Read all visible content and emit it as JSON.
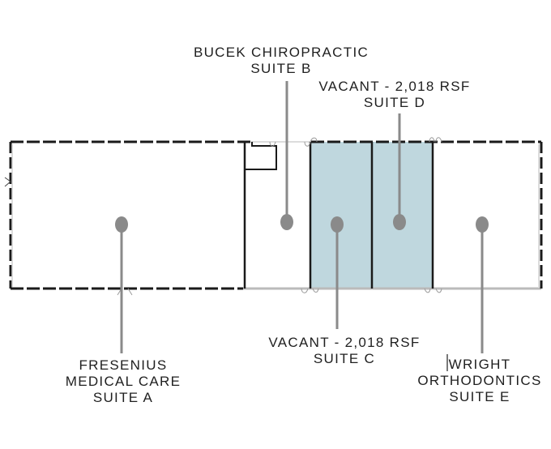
{
  "suites": [
    {
      "id": "a",
      "tenant_line1": "FRESENIUS",
      "tenant_line2": "MEDICAL CARE",
      "suite": "SUITE A",
      "status": "leased"
    },
    {
      "id": "b",
      "tenant": "BUCEK CHIROPRACTIC",
      "suite": "SUITE B",
      "status": "leased"
    },
    {
      "id": "c",
      "tenant": "VACANT - 2,018 RSF",
      "suite": "SUITE C",
      "status": "vacant"
    },
    {
      "id": "d",
      "tenant": "VACANT - 2,018 RSF",
      "suite": "SUITE D",
      "status": "vacant"
    },
    {
      "id": "e",
      "tenant_line1": "WRIGHT",
      "tenant_line2": "ORTHODONTICS",
      "suite": "SUITE E",
      "status": "leased"
    }
  ],
  "colors": {
    "vacant_fill": "#bfd7de",
    "wall": "#1a1a1a",
    "marker": "#8a8a8a",
    "label_text": "#1f1f1f"
  }
}
